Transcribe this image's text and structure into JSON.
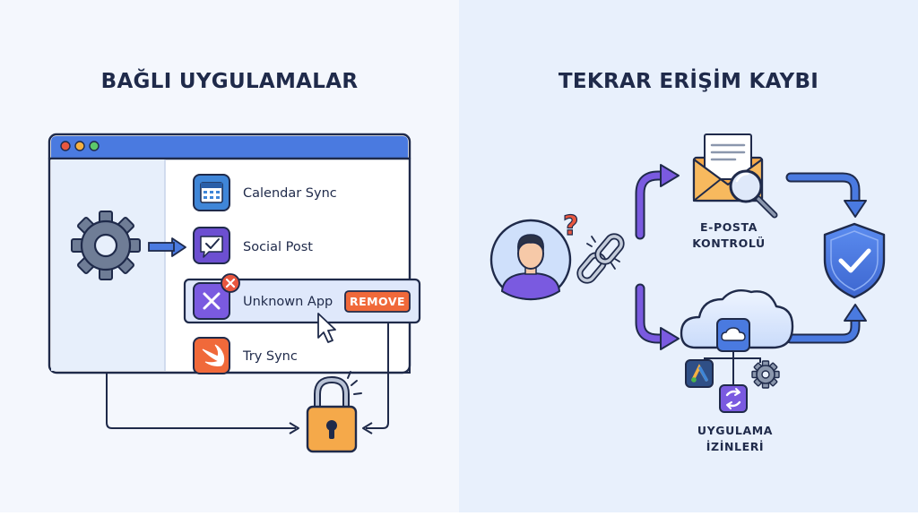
{
  "left_panel": {
    "title": "BAĞLI UYGULAMALAR",
    "apps": [
      {
        "label": "Calendar Sync",
        "icon": "calendar-icon",
        "color": "#3f86d8"
      },
      {
        "label": "Social Post",
        "icon": "chat-check-icon",
        "color": "#6c4fd1"
      },
      {
        "label": "Unknown App",
        "icon": "x-icon",
        "color": "#7a5ae0",
        "action_label": "REMOVE"
      },
      {
        "label": "Try Sync",
        "icon": "swift-icon",
        "color": "#f0693a"
      }
    ]
  },
  "right_panel": {
    "title": "TEKRAR ERİŞİM KAYBI",
    "email_check": {
      "line1": "E-POSTA",
      "line2": "KONTROLÜ"
    },
    "app_permissions": {
      "line1": "UYGULAMA",
      "line2": "İZİNLERİ"
    }
  },
  "colors": {
    "left_bg": "#f4f7fd",
    "right_bg": "#e8f0fc",
    "accent_blue": "#4a7ae0",
    "accent_purple": "#7a5ae0",
    "remove_orange": "#f0693a",
    "lock_orange": "#f5a94a",
    "shield_blue": "#4a7ae0"
  }
}
